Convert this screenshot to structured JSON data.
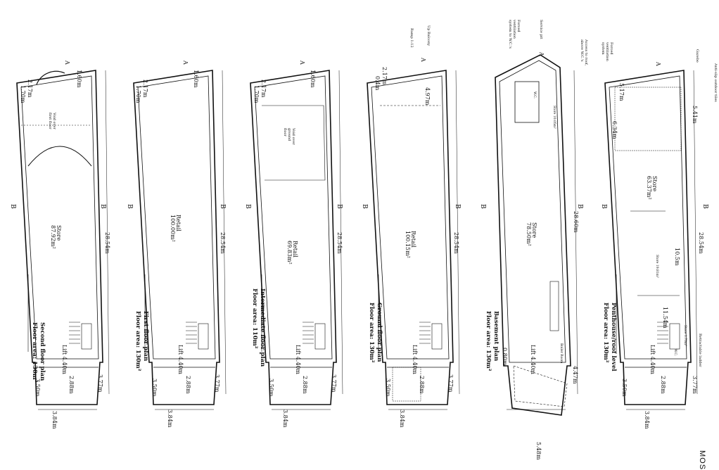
{
  "sheet": {
    "corner_text": "MOS",
    "section_marker": "B",
    "arrow_marker": "A"
  },
  "plans": [
    {
      "id": "second",
      "title": "Second floor plan",
      "area": "Floor area: 130m²",
      "room_name": "Store",
      "room_area": "87.92m²",
      "void_text": "Void over first floor",
      "dims": {
        "length": "28.54m",
        "front": "3.84m",
        "side_left": "3.50m",
        "side_right": "3.77m",
        "inner": "2.88m",
        "top_a": "2.17m",
        "top_b": "1.70m",
        "top_c": "1.60m",
        "lift": "Lift 4.40m"
      }
    },
    {
      "id": "first",
      "title": "First floor plan",
      "area": "Floor area: 130m²",
      "room_name": "Retail",
      "room_area": "100.00m²",
      "void_text": "",
      "dims": {
        "length": "28.54m",
        "front": "3.84m",
        "side_left": "3.50m",
        "side_right": "3.77m",
        "inner": "2.88m",
        "top_a": "2.17m",
        "top_b": "1.70m",
        "top_c": "1.60m",
        "lift": "Lift 4.40m"
      }
    },
    {
      "id": "intermediate",
      "title": "Intermediate floor plan",
      "area": "Floor area: 110m²",
      "room_name": "Retail",
      "room_area": "69.83m²",
      "void_text": "Void over ground floor",
      "dims": {
        "length": "28.54m",
        "front": "3.84m",
        "side_left": "3.50m",
        "side_right": "3.77m",
        "inner": "2.88m",
        "top_a": "2.17m",
        "top_b": "1.70m",
        "top_c": "1.60m",
        "lift": "Lift 4.40m"
      }
    },
    {
      "id": "ground",
      "title": "Ground floor plan",
      "area": "Floor area: 130m²",
      "room_name": "Retail",
      "room_area": "100.15m²",
      "void_text": "",
      "notes": [
        "Up Balcony",
        "Ramp 1:12"
      ],
      "dims": {
        "length": "28.54m",
        "front": "3.84m",
        "side_left": "3.50m",
        "side_right": "3.77m",
        "inner": "2.88m",
        "top_a": "2.17m",
        "top_b": "0.4m",
        "top_c": "4.97m",
        "lift": "Lift 4.40m"
      }
    },
    {
      "id": "basement",
      "title": "Basement plan",
      "area": "Floor area: 130m²",
      "room_name": "Store",
      "room_area": "78.50m²",
      "void_text": "",
      "notes": [
        "Forced ventilation system to W.C.'s",
        "Service pit",
        "Access to roof, above W.C.'s",
        "Store 10.05m²",
        "W.C.",
        "Boiler Room"
      ],
      "dims": {
        "length": "28.60m",
        "front": "5.48m",
        "side_left": "0.80m",
        "side_right": "4.47m",
        "inner": "",
        "top_a": "",
        "top_b": "",
        "top_c": "",
        "lift": "Lift 4.40m"
      }
    },
    {
      "id": "penthouse",
      "title": "Penthouse/roof level",
      "area": "Floor area: 130m²",
      "room_name": "Store",
      "room_area": "63.37m²",
      "void_text": "",
      "notes": [
        "Forced ventilation system",
        "Gazebo",
        "Anti-slip outdoor tiles",
        "Store 19.81m²",
        "W.C.",
        "Retractable ladder",
        "Store 1.70m²"
      ],
      "dims": {
        "length": "28.54m",
        "front": "3.84m",
        "side_left": "3.50m",
        "side_right": "3.77m",
        "inner": "2.88m",
        "top_a": "5.17m",
        "top_b": "6.34m",
        "top_c": "5.41m",
        "mid_a": "10.5m",
        "mid_b": "11.54m",
        "lift": "Lift 4.40m"
      }
    }
  ]
}
